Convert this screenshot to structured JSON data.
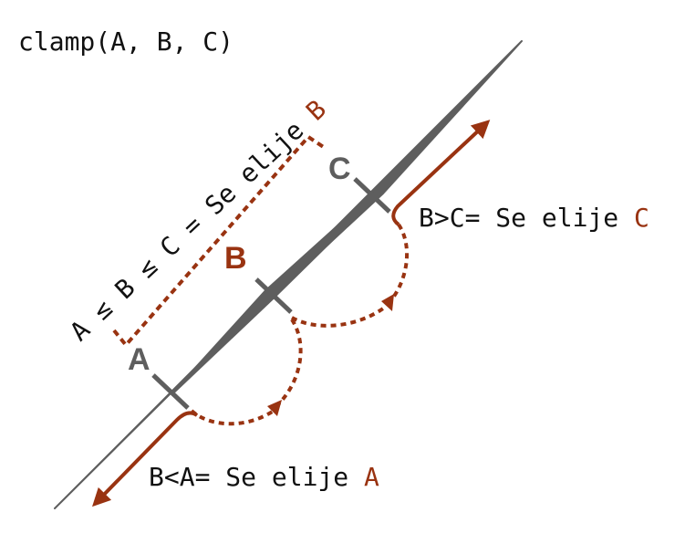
{
  "title": "clamp(A, B, C)",
  "colors": {
    "accent": "#993311",
    "gray": "#666666",
    "text": "#111111"
  },
  "points": {
    "a": "A",
    "b": "B",
    "c": "C"
  },
  "rule_range": {
    "prefix": "A ≤ B ≤ C = Se elije ",
    "result": "B"
  },
  "rule_above": {
    "prefix": "B>C= Se elije ",
    "result": "C"
  },
  "rule_below": {
    "prefix": "B<A= Se elije ",
    "result": "A"
  }
}
